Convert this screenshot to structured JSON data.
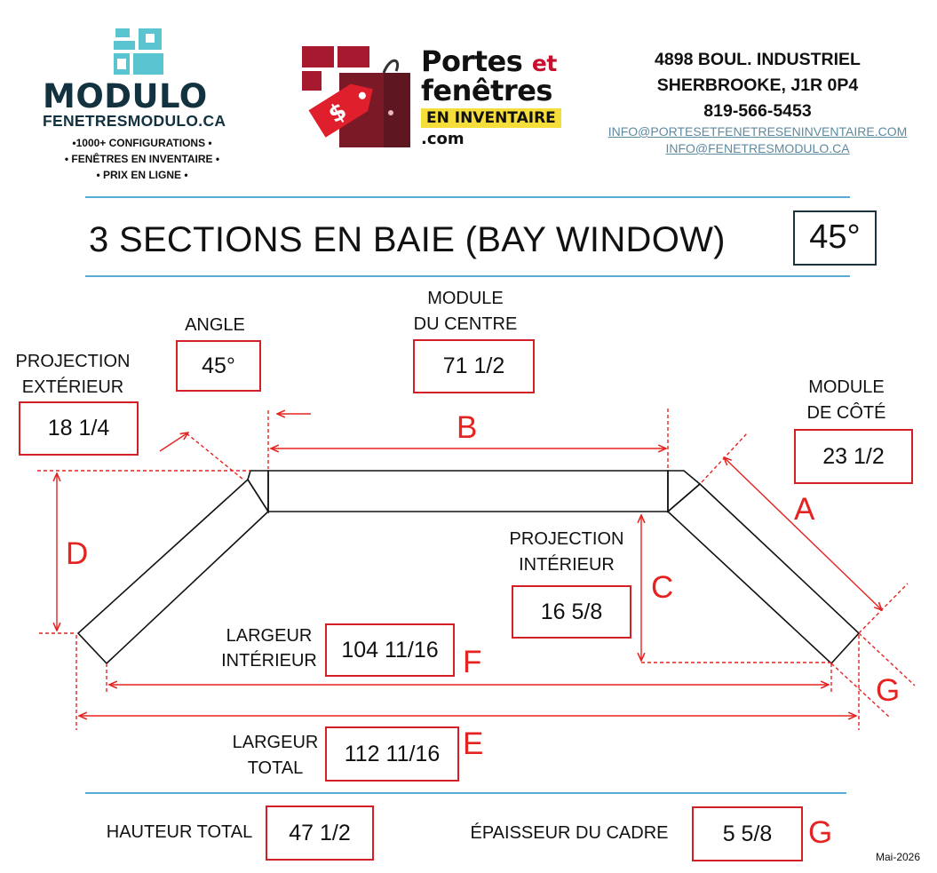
{
  "brand_modulo": {
    "wordmark": "MODULO",
    "website": "FENETRESMODULO.CA",
    "taglines": [
      "•1000+ CONFIGURATIONS •",
      "• FENÊTRES EN INVENTAIRE •",
      "• PRIX EN LIGNE •"
    ],
    "color": "#13323f",
    "logo_color": "#5bc4d1"
  },
  "brand_pfi": {
    "line1": "Portes",
    "et": "et",
    "line2": "fenêtres",
    "badge": "EN INVENTAIRE",
    "domain": ".com",
    "accent_red": "#c8102e",
    "badge_yellow": "#f5dd3a"
  },
  "contact": {
    "street": "4898 BOUL. INDUSTRIEL",
    "city": "SHERBROOKE, J1R 0P4",
    "phone": "819-566-5453",
    "emails": [
      "INFO@PORTESETFENETRESENINVENTAIRE.COM",
      "INFO@FENETRESMODULO.CA"
    ]
  },
  "title": {
    "text": "3 SECTIONS EN BAIE (BAY WINDOW)",
    "angle": "45°"
  },
  "labels": {
    "angle": "ANGLE",
    "centre_1": "MODULE",
    "centre_2": "DU CENTRE",
    "proj_ext_1": "PROJECTION",
    "proj_ext_2": "EXTÉRIEUR",
    "side_1": "MODULE",
    "side_2": "DE CÔTÉ",
    "proj_int_1": "PROJECTION",
    "proj_int_2": "INTÉRIEUR",
    "larg_int_1": "LARGEUR",
    "larg_int_2": "INTÉRIEUR",
    "larg_tot_1": "LARGEUR",
    "larg_tot_2": "TOTAL",
    "hauteur": "HAUTEUR TOTAL",
    "epaisseur": "ÉPAISSEUR DU CADRE"
  },
  "values": {
    "angle": "45°",
    "centre": "71 1/2",
    "proj_ext": "18 1/4",
    "side": "23 1/2",
    "proj_int": "16 5/8",
    "larg_int": "104 11/16",
    "larg_tot": "112 11/16",
    "hauteur": "47 1/2",
    "epaisseur": "5 5/8"
  },
  "letters": {
    "a": "A",
    "b": "B",
    "c": "C",
    "d": "D",
    "e": "E",
    "f": "F",
    "g": "G"
  },
  "footer_date": "Mai-2026",
  "colors": {
    "dimension_red": "#e52320",
    "box_red": "#d32027",
    "rule_blue": "#5aaad6",
    "title_box": "#1c3340"
  }
}
